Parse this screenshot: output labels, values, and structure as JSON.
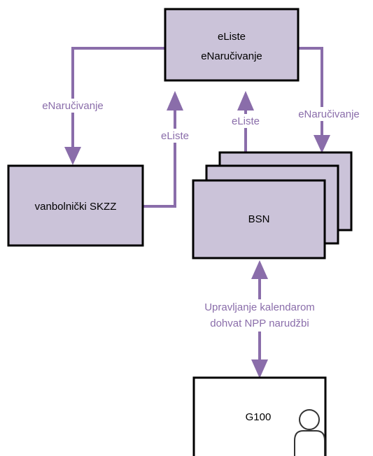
{
  "colors": {
    "box_fill": "#cbc3d9",
    "box_stroke": "#000000",
    "arrow": "#8a6daa",
    "label": "#8a6daa",
    "g100_fill": "#ffffff"
  },
  "nodes": {
    "top": {
      "line1": "eListe",
      "line2": "eNaručivanje"
    },
    "vanbolnicki": {
      "label": "vanbolnički SKZZ"
    },
    "bsn": {
      "label": "BSN"
    },
    "g100": {
      "label": "G100",
      "icon": "person-icon"
    }
  },
  "edges": {
    "top_to_vanbolnicki": "eNaručivanje",
    "vanbolnicki_to_top": "eListe",
    "bsn_to_top": "eListe",
    "top_to_bsn": "eNaručivanje",
    "bsn_g100_line1": "Upravljanje kalendarom",
    "bsn_g100_line2": "dohvat NPP narudžbi"
  }
}
